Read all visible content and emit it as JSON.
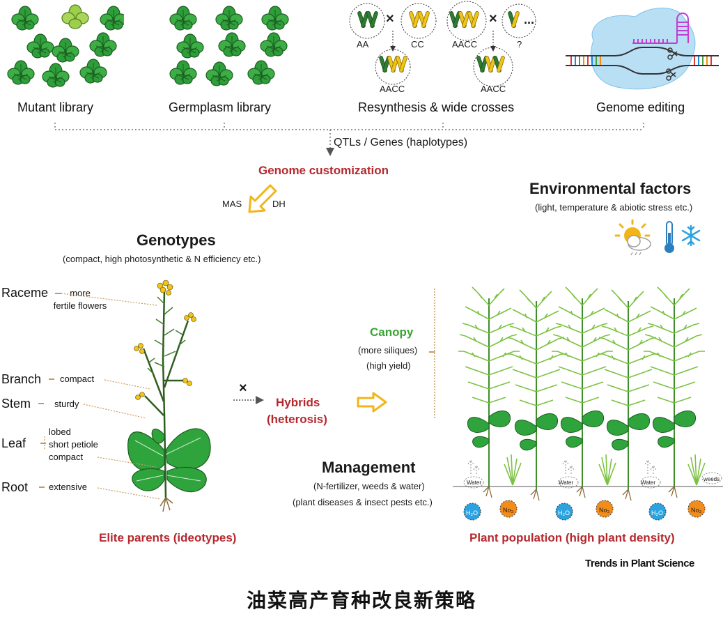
{
  "sources": [
    {
      "label": "Mutant library"
    },
    {
      "label": "Germplasm library"
    },
    {
      "label": "Resynthesis & wide crosses"
    },
    {
      "label": "Genome editing"
    }
  ],
  "crosses": {
    "left": {
      "parent_a": "AA",
      "parent_b": "CC",
      "offspring": "AACC",
      "symbol": "×"
    },
    "right": {
      "parent_a": "AACC",
      "parent_b": "?",
      "offspring": "AACC",
      "symbol": "×",
      "ellipsis": "..."
    }
  },
  "flow": {
    "qtl_label": "QTLs / Genes (haplotypes)",
    "genome_customization": "Genome customization",
    "mas": "MAS",
    "dh": "DH"
  },
  "genotypes": {
    "title": "Genotypes",
    "subtitle": "(compact, high photosynthetic  & N efficiency etc.)"
  },
  "environment": {
    "title": "Environmental factors",
    "subtitle": "(light, temperature & abiotic stress etc.)"
  },
  "plant_parts": [
    {
      "part": "Raceme",
      "attr": "more\nfertile flowers"
    },
    {
      "part": "Branch",
      "attr": "compact"
    },
    {
      "part": "Stem",
      "attr": "sturdy"
    },
    {
      "part": "Leaf",
      "attr": "lobed\nshort petiole\ncompact"
    },
    {
      "part": "Root",
      "attr": "extensive"
    }
  ],
  "hybrid": {
    "cross_symbol": "×",
    "title": "Hybrids",
    "subtitle": "(heterosis)"
  },
  "canopy": {
    "title": "Canopy",
    "line1": "(more siliques)",
    "line2": "(high yield)"
  },
  "management": {
    "title": "Management",
    "line1": "(N-fertilizer, weeds & water)",
    "line2": "(plant diseases & insect pests  etc.)"
  },
  "field_labels": {
    "water": "Water",
    "weeds": "weeds",
    "h2o": "H₂O",
    "no3": "No₃"
  },
  "elite": "Elite parents (ideotypes)",
  "population": "Plant population (high plant density)",
  "brand": "Trends in Plant Science",
  "caption": "油菜高产育种改良新策略",
  "colors": {
    "accent_red": "#b5282e",
    "canopy_green": "#3aa335",
    "arrow_yellow": "#f2b519",
    "guide_tan": "#c79a5a"
  }
}
